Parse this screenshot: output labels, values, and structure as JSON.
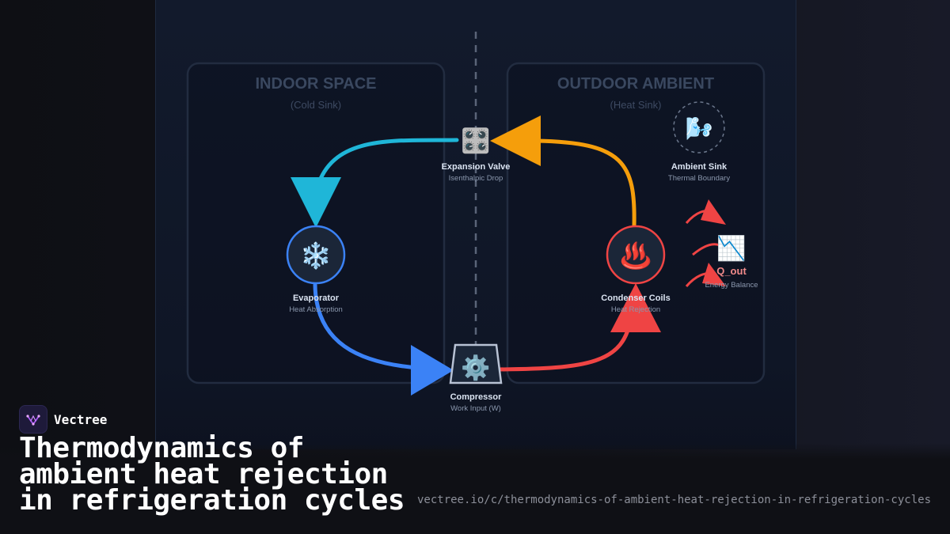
{
  "zones": {
    "indoor": {
      "title": "INDOOR SPACE",
      "subtitle": "(Cold Sink)"
    },
    "outdoor": {
      "title": "OUTDOOR AMBIENT",
      "subtitle": "(Heat Sink)"
    }
  },
  "nodes": {
    "expansion_valve": {
      "title": "Expansion Valve",
      "subtitle": "Isenthalpic Drop",
      "icon": "🎛️",
      "icon_name": "valve-icon"
    },
    "evaporator": {
      "title": "Evaporator",
      "subtitle": "Heat Absorption",
      "icon": "❄️",
      "icon_name": "snowflake-icon"
    },
    "compressor": {
      "title": "Compressor",
      "subtitle": "Work Input (W)",
      "icon": "⚙️",
      "icon_name": "gear-icon"
    },
    "condenser": {
      "title": "Condenser Coils",
      "subtitle": "Heat Rejection",
      "icon": "♨️",
      "icon_name": "hot-springs-icon"
    },
    "ambient_sink": {
      "title": "Ambient Sink",
      "subtitle": "Thermal Boundary",
      "icon": "🌬️",
      "icon_name": "wind-icon"
    }
  },
  "heat_output": {
    "label": "Q_out",
    "subtitle": "Energy Balance",
    "icon": "📉",
    "icon_name": "chart-decreasing-icon"
  },
  "colors": {
    "cold_flow": "#1fb6d8",
    "evaporator_flow": "#3b82f6",
    "hot_flow": "#ef4444",
    "warm_flow": "#f59e0b"
  },
  "brand": {
    "name": "Vectree"
  },
  "headline": {
    "line1": "Thermodynamics of",
    "line2": "ambient heat rejection",
    "line3": "in refrigeration cycles"
  },
  "url": "vectree.io/c/thermodynamics-of-ambient-heat-rejection-in-refrigeration-cycles"
}
